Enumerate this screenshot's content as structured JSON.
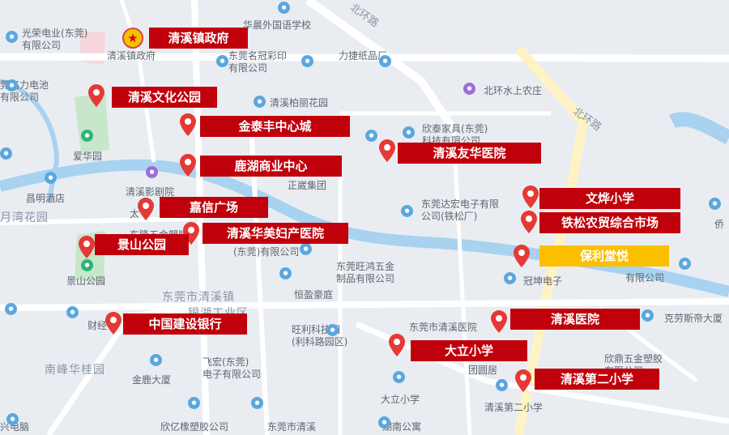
{
  "map": {
    "road_labels": [
      "北环路",
      "北环路"
    ],
    "places": [
      {
        "name": "place-guangrong",
        "lines": [
          "光荣电业(东莞)",
          "有限公司"
        ]
      },
      {
        "name": "place-qingxi-gov-small",
        "lines": [
          "清溪镇政府"
        ]
      },
      {
        "name": "place-huachen",
        "lines": [
          "华晨外国语学校"
        ]
      },
      {
        "name": "place-dongguan-mingguan",
        "lines": [
          "东莞名冠彩印",
          "有限公司"
        ]
      },
      {
        "name": "place-lijin",
        "lines": [
          "力捷纸品厂"
        ]
      },
      {
        "name": "place-gaoli",
        "lines": [
          "莞高力电池",
          "有限公司"
        ]
      },
      {
        "name": "place-beihuan-farm",
        "lines": [
          "北环水上农庄"
        ]
      },
      {
        "name": "place-bolihua",
        "lines": [
          "清溪柏丽花园"
        ]
      },
      {
        "name": "place-xintai",
        "lines": [
          "欣泰家具(东莞)",
          "科技有限公司"
        ]
      },
      {
        "name": "place-aihua",
        "lines": [
          "爱华园"
        ]
      },
      {
        "name": "place-yingjuyuan",
        "lines": [
          "清溪影剧院"
        ]
      },
      {
        "name": "place-zhengwei",
        "lines": [
          "正崴集团"
        ]
      },
      {
        "name": "place-mingyang",
        "lines": [
          "昌明酒店"
        ]
      },
      {
        "name": "place-yuewan",
        "lines": [
          "月湾花园"
        ]
      },
      {
        "name": "place-dahong",
        "lines": [
          "东莞达宏电子有限",
          "公司(铁松厂)"
        ]
      },
      {
        "name": "place-tai",
        "lines": [
          "太"
        ]
      },
      {
        "name": "place-dongsheng",
        "lines": [
          "东隆五金塑胶"
        ]
      },
      {
        "name": "place-dongguan-co",
        "lines": [
          "(东莞)有限公司"
        ]
      },
      {
        "name": "place-wanghong",
        "lines": [
          "东莞旺鸿五金",
          "制品有限公司"
        ]
      },
      {
        "name": "place-guankun",
        "lines": [
          "冠坤电子"
        ]
      },
      {
        "name": "place-youxian",
        "lines": [
          "有限公司"
        ]
      },
      {
        "name": "place-hengying",
        "lines": [
          "恒盈豪庭"
        ]
      },
      {
        "name": "place-jingshan-park",
        "lines": [
          "景山公园"
        ]
      },
      {
        "name": "place-qingxi-town",
        "lines": [
          "东莞市清溪镇"
        ]
      },
      {
        "name": "place-yinhu",
        "lines": [
          "银湖工业区"
        ]
      },
      {
        "name": "place-kelaosi",
        "lines": [
          "克劳斯帝大厦"
        ]
      },
      {
        "name": "place-wangli",
        "lines": [
          "旺利科技园",
          "(利科路园区)"
        ]
      },
      {
        "name": "place-qingxi-hospital",
        "lines": [
          "东莞市清溪医院"
        ]
      },
      {
        "name": "place-caijing",
        "lines": [
          "财经"
        ]
      },
      {
        "name": "place-nanfeng",
        "lines": [
          "南峰华桂园"
        ]
      },
      {
        "name": "place-feihong",
        "lines": [
          "飞宏(东莞)",
          "电子有限公司"
        ]
      },
      {
        "name": "place-tuanwei",
        "lines": [
          "团圆居"
        ]
      },
      {
        "name": "place-xinding",
        "lines": [
          "欣鼎五金塑胶",
          "有限公司"
        ]
      },
      {
        "name": "place-jinlu",
        "lines": [
          "金鹿大厦"
        ]
      },
      {
        "name": "place-dali",
        "lines": [
          "大立小学"
        ]
      },
      {
        "name": "place-second-school",
        "lines": [
          "清溪第二小学"
        ]
      },
      {
        "name": "place-xinyixiang",
        "lines": [
          "欣亿橡塑胶公司"
        ]
      },
      {
        "name": "place-dongguan-qingxi",
        "lines": [
          "东莞市清溪"
        ]
      },
      {
        "name": "place-hunan",
        "lines": [
          "湖南公寓"
        ]
      },
      {
        "name": "place-xingdian",
        "lines": [
          "兴电脑"
        ]
      },
      {
        "name": "place-jiao",
        "lines": [
          "侨"
        ]
      }
    ],
    "labels": [
      {
        "name": "label-qingxi-gov",
        "text": "清溪镇政府",
        "style": "red"
      },
      {
        "name": "label-culture-park",
        "text": "清溪文化公园",
        "style": "red"
      },
      {
        "name": "label-jintaifeng",
        "text": "金泰丰中心城",
        "style": "red"
      },
      {
        "name": "label-luhu",
        "text": "鹿湖商业中心",
        "style": "red"
      },
      {
        "name": "label-youhua-hospital",
        "text": "清溪友华医院",
        "style": "red"
      },
      {
        "name": "label-jiaxin",
        "text": "嘉信广场",
        "style": "red"
      },
      {
        "name": "label-huamei",
        "text": "清溪华美妇产医院",
        "style": "red"
      },
      {
        "name": "label-jingshan",
        "text": "景山公园",
        "style": "red"
      },
      {
        "name": "label-wenye",
        "text": "文烨小学",
        "style": "red"
      },
      {
        "name": "label-tiesong",
        "text": "铁松农贸综合市场",
        "style": "red"
      },
      {
        "name": "label-poly",
        "text": "保利堂悦",
        "style": "gold"
      },
      {
        "name": "label-ccb",
        "text": "中国建设银行",
        "style": "red"
      },
      {
        "name": "label-qingxi-hospital",
        "text": "清溪医院",
        "style": "red"
      },
      {
        "name": "label-dali-school",
        "text": "大立小学",
        "style": "red"
      },
      {
        "name": "label-second-school",
        "text": "清溪第二小学",
        "style": "red"
      }
    ],
    "colors": {
      "label_red": "#c0000b",
      "label_gold": "#fbbf00",
      "water": "#a8d2f0",
      "park": "#c8e6c9",
      "road": "#ffffff",
      "arterial": "#fff2c4"
    }
  }
}
